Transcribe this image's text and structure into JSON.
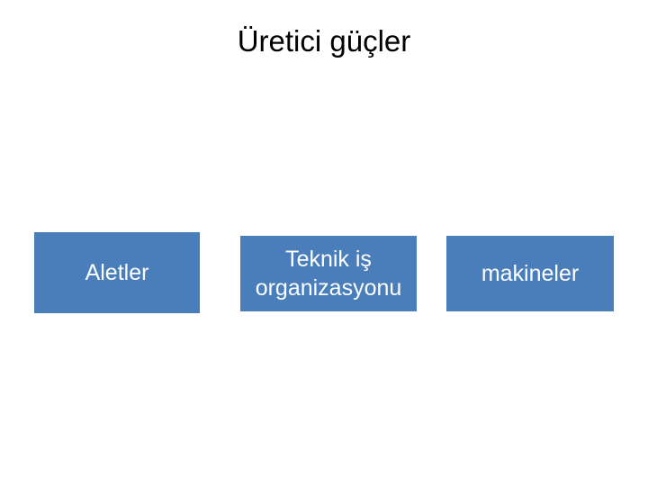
{
  "slide": {
    "title": "Üretici güçler",
    "background_color": "#FFFFFF",
    "title_color": "#000000",
    "accent_color": "#4A7EBB",
    "shape_text_color": "#FFFFFF"
  },
  "shapes": [
    {
      "id": "tools",
      "label": "Aletler"
    },
    {
      "id": "technical",
      "label": "Teknik iş organizasyonu"
    },
    {
      "id": "machines",
      "label": "makineler"
    }
  ]
}
